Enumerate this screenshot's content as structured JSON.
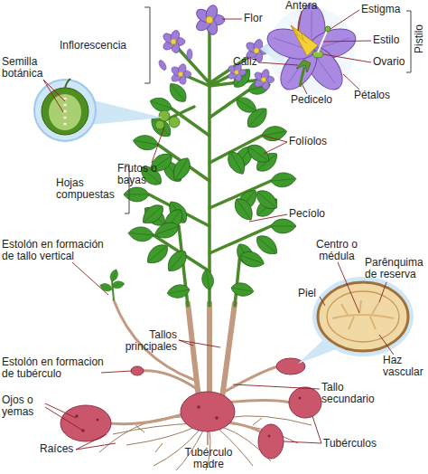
{
  "diagram": {
    "labels": [
      "Flor",
      "Antera",
      "Estigma",
      "Estilo",
      "Ovario",
      "Pistilo",
      "Inflorescencia",
      "Cáliz",
      "Pedicelo",
      "Pétalos",
      "Semilla botánica",
      "Frutos o bayas",
      "Folíolos",
      "Hojas compuestas",
      "Pecíolo",
      "Estolón en formación de tallo vertical",
      "Centro o médula",
      "Parênquima de reserva",
      "Piel",
      "Tallos principales",
      "Haz vascular",
      "Estolón en formacion de tubérculo",
      "Tallo secundario",
      "Ojos o yemas",
      "Raíces",
      "Tubérculo madre",
      "Tubérculos"
    ]
  }
}
